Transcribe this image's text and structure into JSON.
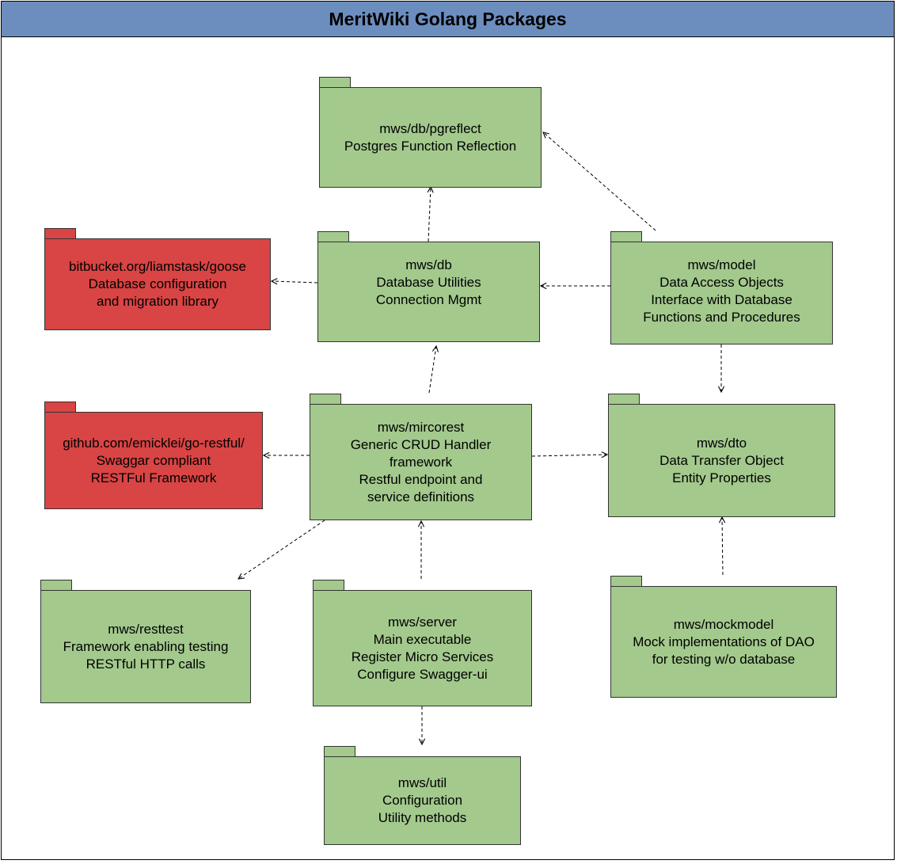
{
  "title": "MeritWiki Golang Packages",
  "colors": {
    "internal_package": "#a3c98d",
    "external_package": "#d94444",
    "title_bar": "#6c8ebf"
  },
  "packages": {
    "pgreflect": {
      "lines": [
        "mws/db/pgreflect",
        "Postgres Function Reflection"
      ]
    },
    "goose": {
      "lines": [
        "bitbucket.org/liamstask/goose",
        "Database configuration",
        "and migration library"
      ]
    },
    "db": {
      "lines": [
        "mws/db",
        "Database Utilities",
        "Connection Mgmt"
      ]
    },
    "model": {
      "lines": [
        "mws/model",
        "Data Access Objects",
        "Interface with Database",
        "Functions and Procedures"
      ]
    },
    "gorestful": {
      "lines": [
        "github.com/emicklei/go-restful/",
        "Swaggar compliant",
        "RESTFul Framework"
      ]
    },
    "mircorest": {
      "lines": [
        "mws/mircorest",
        "Generic CRUD Handler",
        "framework",
        "Restful endpoint and",
        "service definitions"
      ]
    },
    "dto": {
      "lines": [
        "mws/dto",
        "Data Transfer Object",
        "Entity Properties"
      ]
    },
    "resttest": {
      "lines": [
        "mws/resttest",
        "Framework enabling testing",
        "RESTful HTTP calls"
      ]
    },
    "server": {
      "lines": [
        "mws/server",
        "Main executable",
        "Register Micro Services",
        "Configure Swagger-ui"
      ]
    },
    "mockmodel": {
      "lines": [
        "mws/mockmodel",
        "Mock implementations of DAO",
        "for testing w/o database"
      ]
    },
    "util": {
      "lines": [
        "mws/util",
        "Configuration",
        "Utility methods"
      ]
    }
  }
}
